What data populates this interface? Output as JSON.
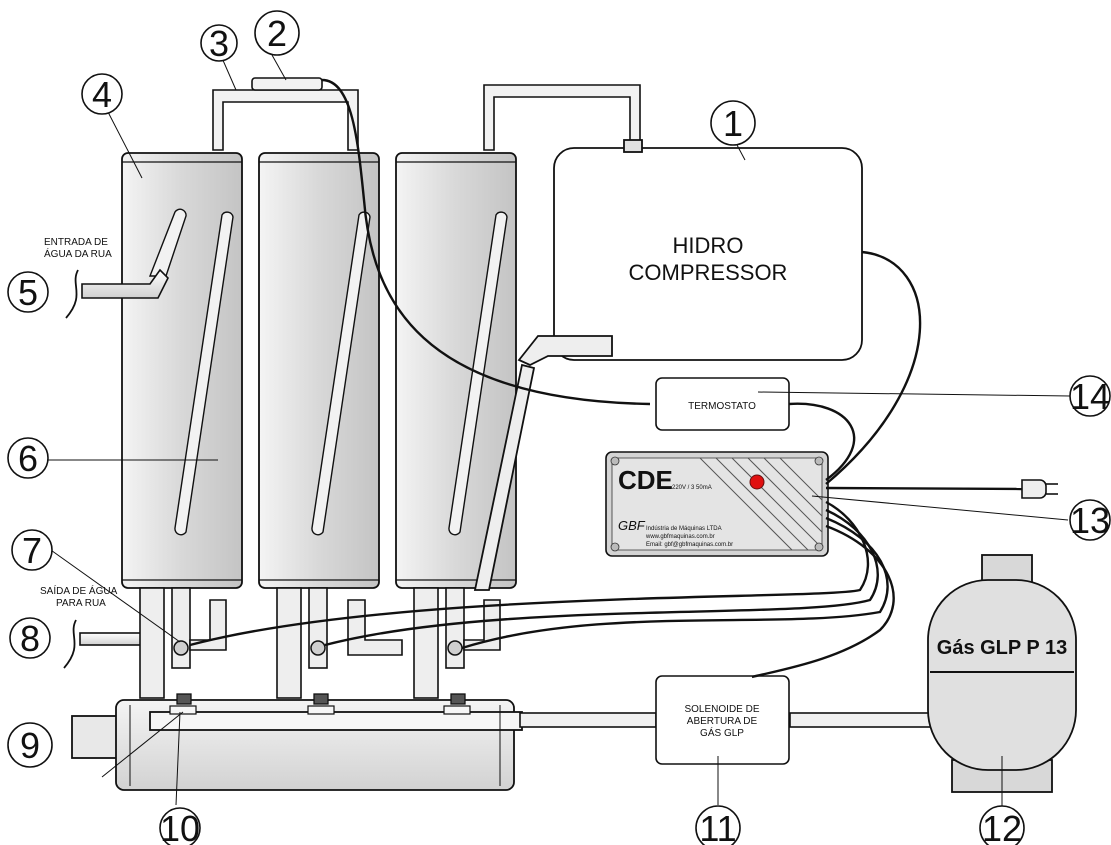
{
  "callouts": {
    "c1": "1",
    "c2": "2",
    "c3": "3",
    "c4": "4",
    "c5": "5",
    "c6": "6",
    "c7": "7",
    "c8": "8",
    "c9": "9",
    "c10": "10",
    "c11": "11",
    "c12": "12",
    "c13": "13",
    "c14": "14"
  },
  "labels": {
    "compressor_line1": "HIDRO",
    "compressor_line2": "COMPRESSOR",
    "thermostat": "TERMOSTATO",
    "water_in_line1": "ENTRADA DE",
    "water_in_line2": "ÁGUA DA RUA",
    "water_out_line1": "SAÍDA DE ÁGUA",
    "water_out_line2": "PARA RUA",
    "solenoid_line1": "SOLENOIDE DE",
    "solenoid_line2": "ABERTURA DE",
    "solenoid_line3": "GÁS GLP",
    "gas_tank": "Gás GLP P 13"
  },
  "controller": {
    "brand": "CDE",
    "rating": "220V / 3 50mA",
    "maker_logo": "GBF",
    "maker_name": "Indústria de Máquinas LTDA",
    "website": "www.gbfmaquinas.com.br",
    "email": "Email: gbf@gbfmaquinas.com.br",
    "led_color": "#e01010"
  },
  "colors": {
    "outline": "#111111",
    "tank_fill": "#e2e2e2",
    "pipe_fill": "#ececec",
    "panel_fill": "#d6d6d6"
  }
}
